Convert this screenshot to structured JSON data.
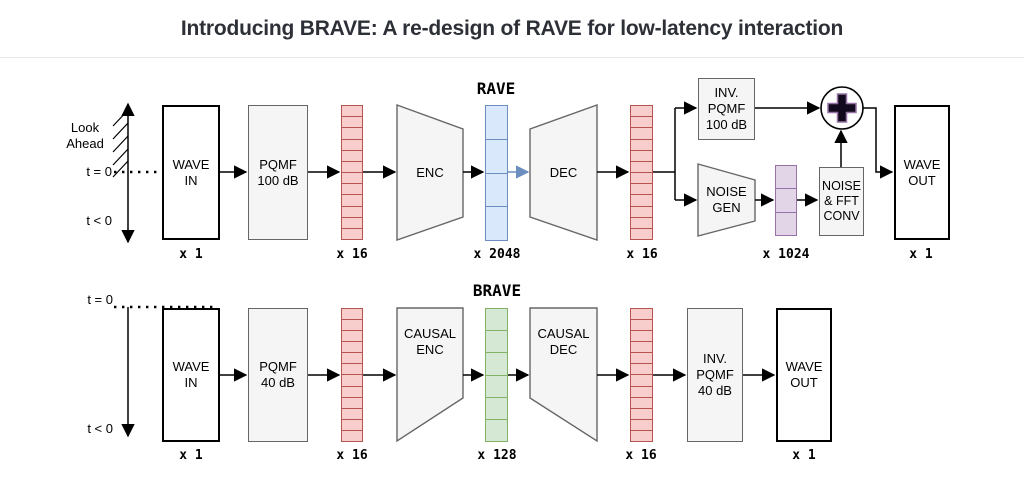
{
  "page": {
    "title": "Introducing BRAVE: A re-design of RAVE for low-latency interaction"
  },
  "colors": {
    "red_fill": "#f8cecc",
    "red_border": "#b85450",
    "blue_fill": "#dae8fc",
    "blue_border": "#6c8ebf",
    "green_fill": "#d5e8d4",
    "green_border": "#82b366",
    "purple_fill": "#e1d5e7",
    "purple_border": "#9673a6",
    "gray_fill": "#f5f5f5",
    "gray_border": "#666666",
    "plus_fill": "#120a1e",
    "plus_stroke": "#9673a6"
  },
  "rave": {
    "title": "RAVE",
    "look_ahead": "Look\nAhead",
    "t_zero": "t = 0",
    "t_neg": "t < 0",
    "wave_in": {
      "label": "WAVE\nIN",
      "mult": "x 1"
    },
    "pqmf": {
      "label": "PQMF\n100 dB"
    },
    "bands_in": {
      "mult": "x 16",
      "segments": 12
    },
    "enc": {
      "label": "ENC"
    },
    "latent": {
      "mult": "x 2048",
      "segments": 4
    },
    "dec": {
      "label": "DEC"
    },
    "bands_out": {
      "mult": "x 16",
      "segments": 12
    },
    "inv_pqmf": {
      "label": "INV.\nPQMF\n100 dB"
    },
    "noise_gen": {
      "label": "NOISE\nGEN"
    },
    "noise_bands": {
      "mult": "x 1024",
      "segments": 3
    },
    "noise_fft": {
      "label": "NOISE\n& FFT\nCONV"
    },
    "sum": {
      "icon": "plus"
    },
    "wave_out": {
      "label": "WAVE\nOUT",
      "mult": "x 1"
    }
  },
  "brave": {
    "title": "BRAVE",
    "t_zero": "t = 0",
    "t_neg": "t < 0",
    "wave_in": {
      "label": "WAVE\nIN",
      "mult": "x 1"
    },
    "pqmf": {
      "label": "PQMF\n40 dB"
    },
    "bands_in": {
      "mult": "x 16",
      "segments": 12
    },
    "enc": {
      "label": "CAUSAL\nENC"
    },
    "latent": {
      "mult": "x 128",
      "segments": 6
    },
    "dec": {
      "label": "CAUSAL\nDEC"
    },
    "bands_out": {
      "mult": "x 16",
      "segments": 12
    },
    "inv_pqmf": {
      "label": "INV.\nPQMF\n40 dB"
    },
    "wave_out": {
      "label": "WAVE\nOUT",
      "mult": "x 1"
    }
  }
}
